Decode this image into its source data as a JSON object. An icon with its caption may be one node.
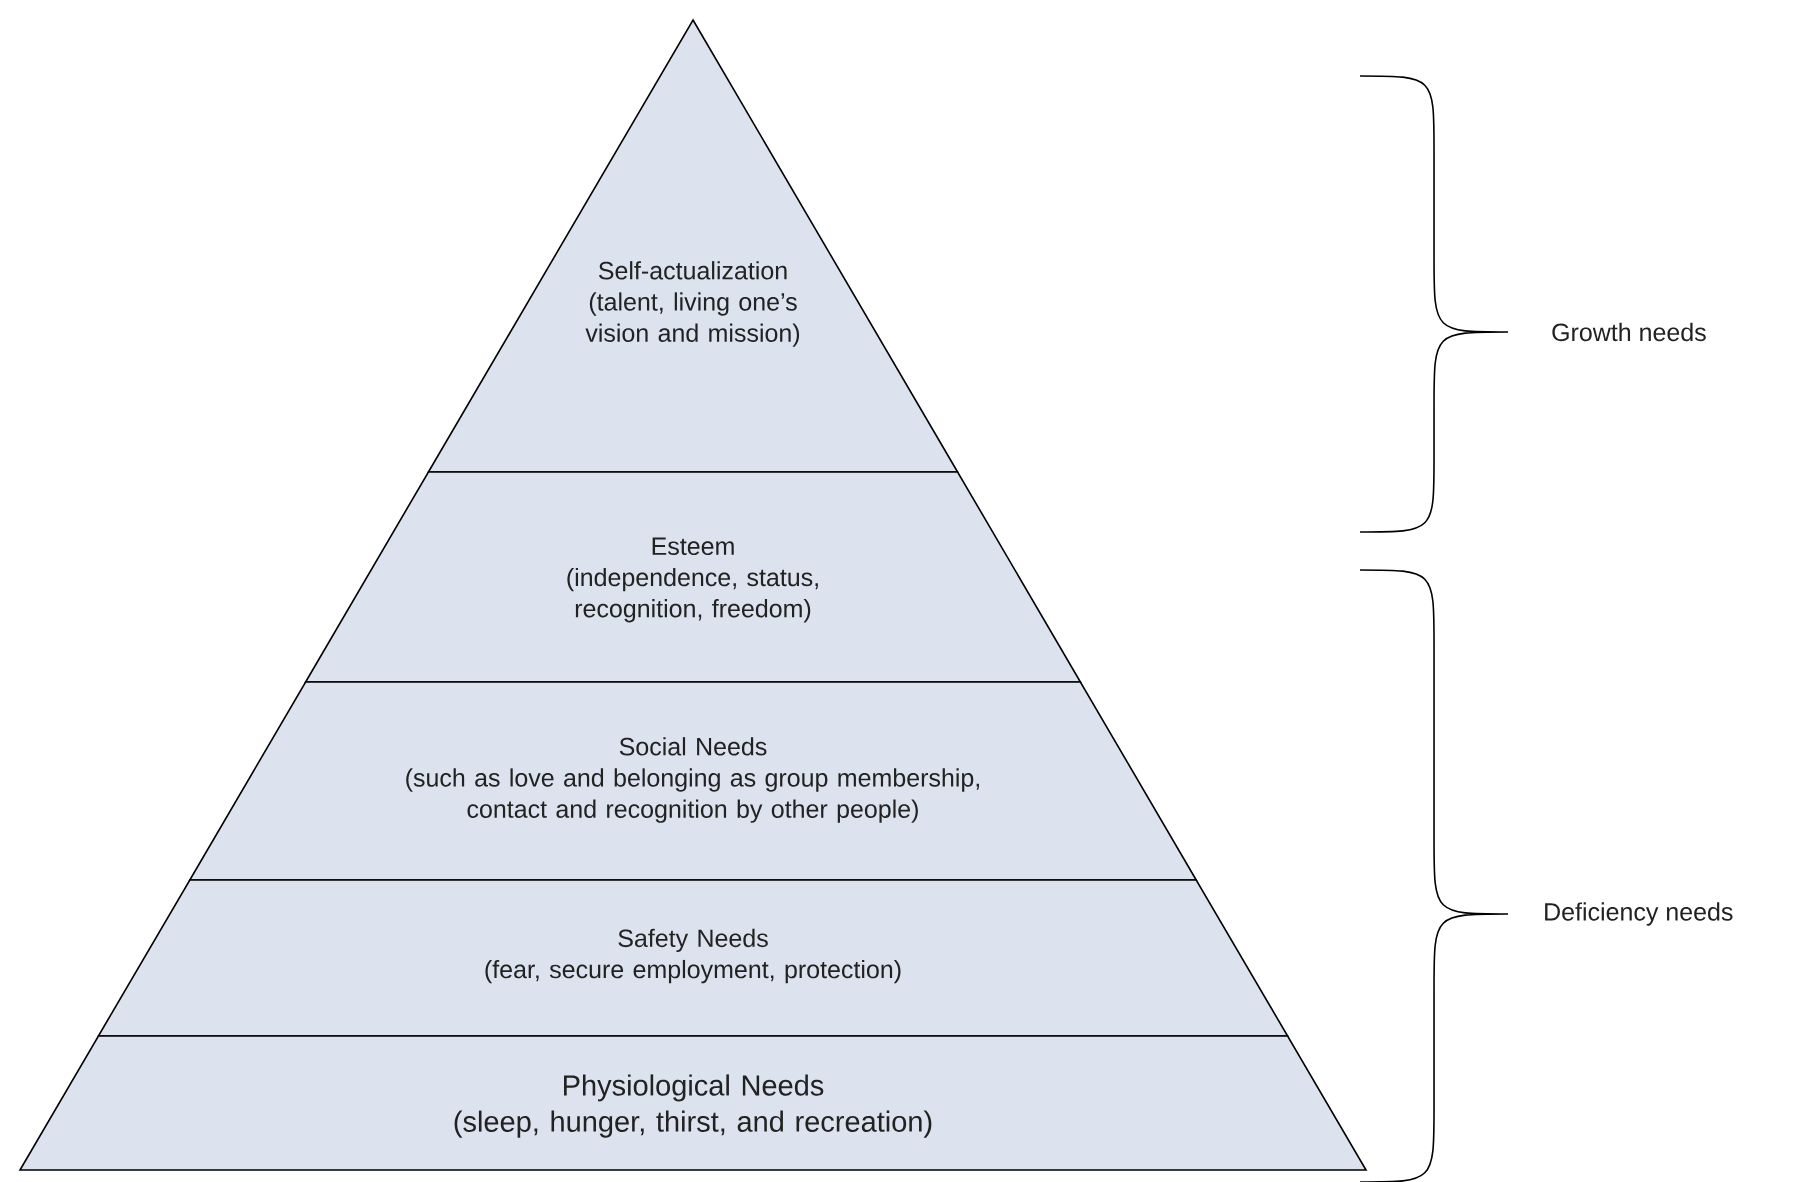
{
  "diagram": {
    "nodes": [
      {
        "text": [
          "Self-actualization",
          "(talent, living one’s vision and mission)"
        ]
      },
      {
        "text": [
          "Esteem",
          "(independence, status, recognition, freedom)"
        ]
      },
      {
        "text": [
          "Social Needs",
          "(such as love and belonging as group membership, contact and recognition by other people)"
        ]
      },
      {
        "text": [
          "Safety Needs",
          "(fear, secure employment, protection)"
        ]
      },
      {
        "text": [
          "Physiological Needs",
          "(sleep, hunger, thirst, and recreation)"
        ]
      }
    ],
    "labels": [
      "Growth needs",
      "Deficiency needs"
    ]
  }
}
